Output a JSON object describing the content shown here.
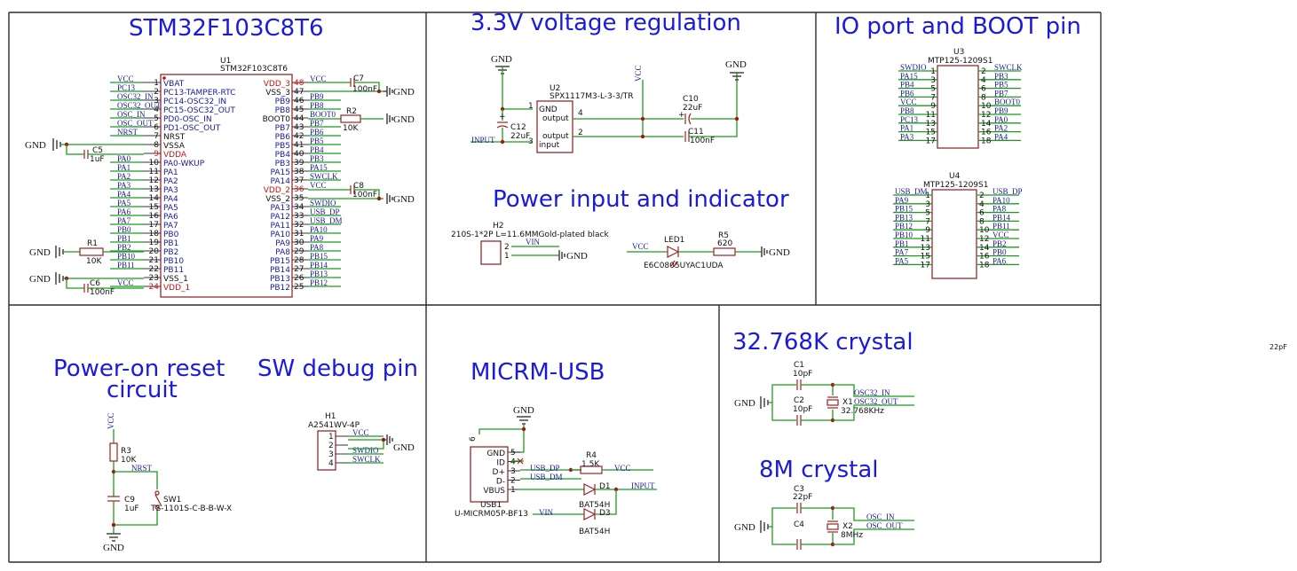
{
  "titles": {
    "mcu": "STM32F103C8T6",
    "regulator": "3.3V voltage regulation",
    "io": "IO port and BOOT pin",
    "power": "Power input and indicator",
    "reset_1": "Power-on reset",
    "reset_2": "circuit",
    "swd": "SW debug pin",
    "usb": "MICRM-USB",
    "crystal32": "32.768K crystal",
    "crystal8": "8M crystal"
  },
  "stray_label": "22pF",
  "gnd": "GND",
  "mcu": {
    "ref": "U1",
    "part": "STM32F103C8T6",
    "left_pins": [
      {
        "num": "1",
        "name": "VBAT",
        "net": "VCC"
      },
      {
        "num": "2",
        "name": "PC13-TAMPER-RTC",
        "net": "PC13"
      },
      {
        "num": "3",
        "name": "PC14-OSC32_IN",
        "net": "OSC32_IN"
      },
      {
        "num": "4",
        "name": "PC15-OSC32_OUT",
        "net": "OSC32_OUT"
      },
      {
        "num": "5",
        "name": "PD0-OSC_IN",
        "net": "OSC_IN"
      },
      {
        "num": "6",
        "name": "PD1-OSC_OUT",
        "net": "OSC_OUT"
      },
      {
        "num": "7",
        "name": "NRST",
        "net": "NRST"
      },
      {
        "num": "8",
        "name": "VSSA",
        "net": ""
      },
      {
        "num": "9",
        "name": "VDDA",
        "net": ""
      },
      {
        "num": "10",
        "name": "PA0-WKUP",
        "net": "PA0"
      },
      {
        "num": "11",
        "name": "PA1",
        "net": "PA1"
      },
      {
        "num": "12",
        "name": "PA2",
        "net": "PA2"
      },
      {
        "num": "13",
        "name": "PA3",
        "net": "PA3"
      },
      {
        "num": "14",
        "name": "PA4",
        "net": "PA4"
      },
      {
        "num": "15",
        "name": "PA5",
        "net": "PA5"
      },
      {
        "num": "16",
        "name": "PA6",
        "net": "PA6"
      },
      {
        "num": "17",
        "name": "PA7",
        "net": "PA7"
      },
      {
        "num": "18",
        "name": "PB0",
        "net": "PB0"
      },
      {
        "num": "19",
        "name": "PB1",
        "net": "PB1"
      },
      {
        "num": "20",
        "name": "PB2",
        "net": "PB2"
      },
      {
        "num": "21",
        "name": "PB10",
        "net": "PB10"
      },
      {
        "num": "22",
        "name": "PB11",
        "net": "PB11"
      },
      {
        "num": "23",
        "name": "VSS_1",
        "net": ""
      },
      {
        "num": "24",
        "name": "VDD_1",
        "net": "VCC"
      }
    ],
    "right_pins": [
      {
        "num": "48",
        "name": "VDD_3",
        "net": "VCC"
      },
      {
        "num": "47",
        "name": "VSS_3",
        "net": ""
      },
      {
        "num": "46",
        "name": "PB9",
        "net": "PB9"
      },
      {
        "num": "45",
        "name": "PB8",
        "net": "PB8"
      },
      {
        "num": "44",
        "name": "BOOT0",
        "net": "BOOT0"
      },
      {
        "num": "43",
        "name": "PB7",
        "net": "PB7"
      },
      {
        "num": "42",
        "name": "PB6",
        "net": "PB6"
      },
      {
        "num": "41",
        "name": "PB5",
        "net": "PB5"
      },
      {
        "num": "40",
        "name": "PB4",
        "net": "PB4"
      },
      {
        "num": "39",
        "name": "PB3",
        "net": "PB3"
      },
      {
        "num": "38",
        "name": "PA15",
        "net": "PA15"
      },
      {
        "num": "37",
        "name": "PA14",
        "net": "SWCLK"
      },
      {
        "num": "36",
        "name": "VDD_2",
        "net": "VCC"
      },
      {
        "num": "35",
        "name": "VSS_2",
        "net": ""
      },
      {
        "num": "34",
        "name": "PA13",
        "net": "SWDIO"
      },
      {
        "num": "33",
        "name": "PA12",
        "net": "USB_DP"
      },
      {
        "num": "32",
        "name": "PA11",
        "net": "USB_DM"
      },
      {
        "num": "31",
        "name": "PA10",
        "net": "PA10"
      },
      {
        "num": "30",
        "name": "PA9",
        "net": "PA9"
      },
      {
        "num": "29",
        "name": "PA8",
        "net": "PA8"
      },
      {
        "num": "28",
        "name": "PB15",
        "net": "PB15"
      },
      {
        "num": "27",
        "name": "PB14",
        "net": "PB14"
      },
      {
        "num": "26",
        "name": "PB13",
        "net": "PB13"
      },
      {
        "num": "25",
        "name": "PB12",
        "net": "PB12"
      }
    ],
    "c5": {
      "ref": "C5",
      "val": "1uF"
    },
    "c6": {
      "ref": "C6",
      "val": "100nF"
    },
    "c7": {
      "ref": "C7",
      "val": "100nF"
    },
    "c8": {
      "ref": "C8",
      "val": "100nF"
    },
    "r1": {
      "ref": "R1",
      "val": "10K"
    },
    "r2": {
      "ref": "R2",
      "val": "10K"
    }
  },
  "regulator": {
    "ref": "U2",
    "part": "SPX1117M3-L-3-3/TR",
    "pin1": "1",
    "pin1_name": "GND",
    "pin4": "4",
    "pin4_name": "output",
    "pin2": "2",
    "pin2_name": "output",
    "pin3": "3",
    "pin3_name": "input",
    "input_net": "INPUT",
    "vcc_net": "VCC",
    "c12": {
      "ref": "C12",
      "val": "22uF"
    },
    "c10": {
      "ref": "C10",
      "val": "22uF"
    },
    "c11": {
      "ref": "C11",
      "val": "100nF"
    }
  },
  "io": {
    "u3": {
      "ref": "U3",
      "part": "MTP125-1209S1",
      "left": [
        [
          "SWDIO",
          "1"
        ],
        [
          "PA15",
          "3"
        ],
        [
          "PB4",
          "5"
        ],
        [
          "PB6",
          "7"
        ],
        [
          "VCC",
          "9"
        ],
        [
          "PB8",
          "11"
        ],
        [
          "PC13",
          "13"
        ],
        [
          "PA1",
          "15"
        ],
        [
          "PA3",
          "17"
        ]
      ],
      "right": [
        [
          "2",
          "SWCLK"
        ],
        [
          "4",
          "PB3"
        ],
        [
          "6",
          "PB5"
        ],
        [
          "8",
          "PB7"
        ],
        [
          "10",
          "BOOT0"
        ],
        [
          "12",
          "PB9"
        ],
        [
          "14",
          "PA0"
        ],
        [
          "16",
          "PA2"
        ],
        [
          "18",
          "PA4"
        ]
      ]
    },
    "u4": {
      "ref": "U4",
      "part": "MTP125-1209S1",
      "left": [
        [
          "USB_DM",
          "1"
        ],
        [
          "PA9",
          "3"
        ],
        [
          "PB15",
          "5"
        ],
        [
          "PB13",
          "7"
        ],
        [
          "PB12",
          "9"
        ],
        [
          "PB10",
          "11"
        ],
        [
          "PB1",
          "13"
        ],
        [
          "PA7",
          "15"
        ],
        [
          "PA5",
          "17"
        ]
      ],
      "right": [
        [
          "2",
          "USB_DP"
        ],
        [
          "4",
          "PA10"
        ],
        [
          "6",
          "PA8"
        ],
        [
          "8",
          "PB14"
        ],
        [
          "10",
          "PB11"
        ],
        [
          "12",
          "VCC"
        ],
        [
          "14",
          "PB2"
        ],
        [
          "16",
          "PB0"
        ],
        [
          "18",
          "PA6"
        ]
      ]
    }
  },
  "power": {
    "h2_ref": "H2",
    "h2_part": "210S-1*2P L=11.6MMGold-plated black",
    "pin2": "2",
    "pin1": "1",
    "vin_net": "VIN",
    "vcc_net": "VCC",
    "led_ref": "LED1",
    "led_part": "E6C0805UYAC1UDA",
    "r5_ref": "R5",
    "r5_val": "620"
  },
  "reset": {
    "vcc_net": "VCC",
    "nrst_net": "NRST",
    "r3": {
      "ref": "R3",
      "val": "10K"
    },
    "c9": {
      "ref": "C9",
      "val": "1uF"
    },
    "sw_ref": "SW1",
    "sw_part": "TS-1101S-C-B-B-W-X"
  },
  "swd": {
    "ref": "H1",
    "part": "A2541WV-4P",
    "pins": [
      [
        "1",
        "VCC"
      ],
      [
        "2",
        ""
      ],
      [
        "3",
        "SWDIO"
      ],
      [
        "4",
        "SWCLK"
      ]
    ]
  },
  "usb": {
    "ref": "USB1",
    "part": "U-MICRM05P-BF13",
    "pins": [
      [
        "5",
        "GND"
      ],
      [
        "4",
        "ID"
      ],
      [
        "3",
        "D+"
      ],
      [
        "2",
        "D-"
      ],
      [
        "1",
        "VBUS"
      ]
    ],
    "shell": "6",
    "usb_dp": "USB_DP",
    "usb_dm": "USB_DM",
    "r4": {
      "ref": "R4",
      "val": "1.5K"
    },
    "vcc_net": "VCC",
    "input_net": "INPUT",
    "vin_net": "VIN",
    "d1": {
      "ref": "D1",
      "part": "BAT54H"
    },
    "d3": {
      "ref": "D3",
      "part": "BAT54H"
    }
  },
  "crystal32": {
    "c1": {
      "ref": "C1",
      "val": "10pF"
    },
    "c2": {
      "ref": "C2",
      "val": "10pF"
    },
    "x1": {
      "ref": "X1",
      "val": "32.768KHz"
    },
    "net_in": "OSC32_IN",
    "net_out": "OSC32_OUT"
  },
  "crystal8": {
    "c3": {
      "ref": "C3",
      "val": "22pF"
    },
    "c4": {
      "ref": "C4",
      "val": ""
    },
    "x2": {
      "ref": "X2",
      "val": "8MHz"
    },
    "net_in": "OSC_IN",
    "net_out": "OSC_OUT"
  }
}
